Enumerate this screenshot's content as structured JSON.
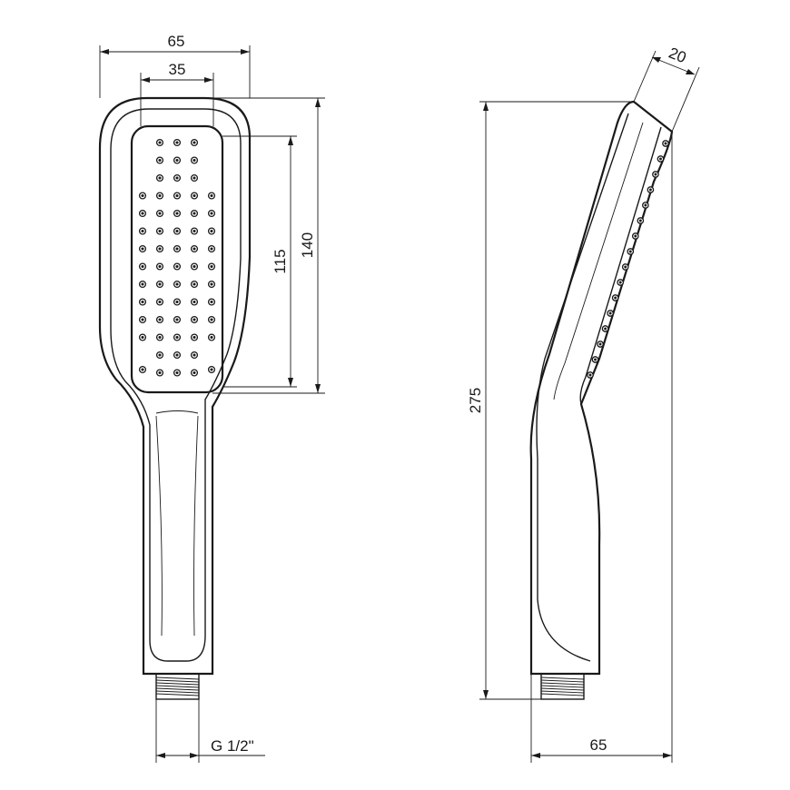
{
  "dimensions": {
    "front_width": "65",
    "face_width": "35",
    "face_height": "115",
    "head_height": "140",
    "side_depth": "20",
    "total_length": "275",
    "side_width": "65",
    "thread": "G 1/2\""
  }
}
